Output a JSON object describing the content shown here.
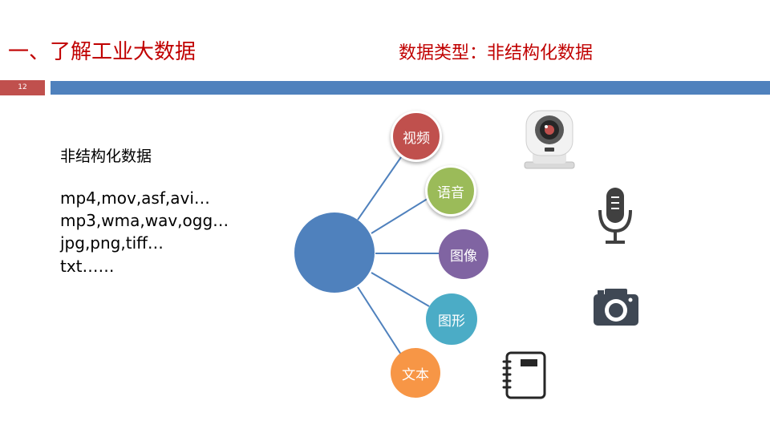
{
  "slide": {
    "title": "一、了解工业大数据",
    "subtitle": "数据类型：非结构化数据",
    "page_number": "12"
  },
  "content": {
    "heading": "非结构化数据",
    "formats": [
      "mp4,mov,asf,avi…",
      "mp3,wma,wav,ogg…",
      "jpg,png,tiff…",
      "txt……"
    ]
  },
  "diagram": {
    "nodes": [
      {
        "label": "视频",
        "color": "#c0504d"
      },
      {
        "label": "语音",
        "color": "#9bbb59"
      },
      {
        "label": "图像",
        "color": "#8064a2"
      },
      {
        "label": "图形",
        "color": "#4bacc6"
      },
      {
        "label": "文本",
        "color": "#f79646"
      }
    ],
    "center_color": "#4f81bd",
    "icons": [
      "webcam-icon",
      "microphone-icon",
      "camera-icon",
      "notebook-icon"
    ]
  },
  "colors": {
    "title": "#c00000",
    "header_bar": "#4f81bd",
    "page_badge": "#c0504d"
  }
}
